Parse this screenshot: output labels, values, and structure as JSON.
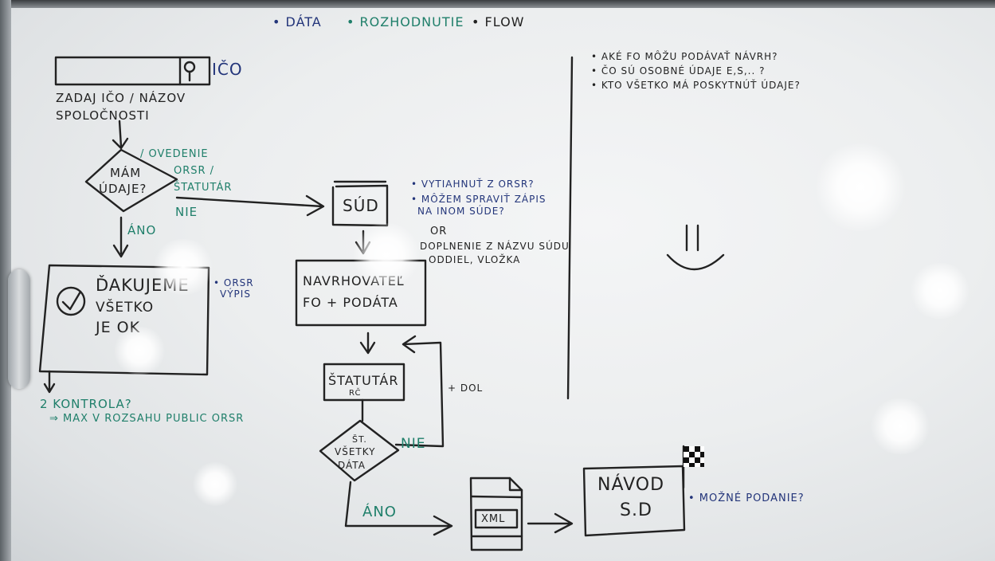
{
  "legend": {
    "data": "• DÁTA",
    "decision": "• ROZHODNUTIE",
    "flow": "• FLOW"
  },
  "ico_box": {
    "label": "IČO"
  },
  "prompt": {
    "line1": "ZADAJ IČO / NÁZOV",
    "line2": "SPOLOČNOSTI"
  },
  "decision1": {
    "text1": "MÁM",
    "text2": "ÚDAJE?",
    "note1": "/ OVEDENIE",
    "note2": "ORSR /",
    "note3": "ŠTATUTÁR",
    "no": "NIE",
    "yes": "ÁNO"
  },
  "thanks_box": {
    "line1": "ĎAKUJEME",
    "line2": "VŠETKO",
    "line3": "JE OK",
    "note1": "• ORSR",
    "note2": "VÝPIS"
  },
  "control": {
    "line1": "2 KONTROLA?",
    "line2": "⇒ MAX V ROZSAHU PUBLIC ORSR"
  },
  "court": {
    "label": "SÚD",
    "note1": "• VYTIAHNUŤ Z ORSR?",
    "note2": "• MÔŽEM SPRAVIŤ ZÁPIS",
    "note3": "NA INOM SÚDE?",
    "or": "OR",
    "fill1": "DOPLNENIE Z NÁZVU SÚDU",
    "fill2": "ODDIEL, VLOŽKA"
  },
  "proposer": {
    "line1": "NAVRHOVATEĽ",
    "line2": "FO + PODÁTA"
  },
  "statutar": {
    "line1": "ŠTATUTÁR",
    "line2": "RČ",
    "add": "+ DOL"
  },
  "decision2": {
    "text1": "ŠT.",
    "text2": "VŠETKY",
    "text3": "DÁTA",
    "no": "NIE",
    "yes": "ÁNO"
  },
  "xml_doc": {
    "label": "XML"
  },
  "guide": {
    "line1": "NÁVOD",
    "line2": "S.D",
    "note": "• MOŽNÉ PODANIE?"
  },
  "questions": {
    "q1": "• AKÉ FO MÔŽU PODÁVAŤ NÁVRH?",
    "q2": "• ČO SÚ OSOBNÉ ÚDAJE E,S,.. ?",
    "q3": "• KTO VŠETKO MÁ POSKYTNÚŤ ÚDAJE?"
  }
}
